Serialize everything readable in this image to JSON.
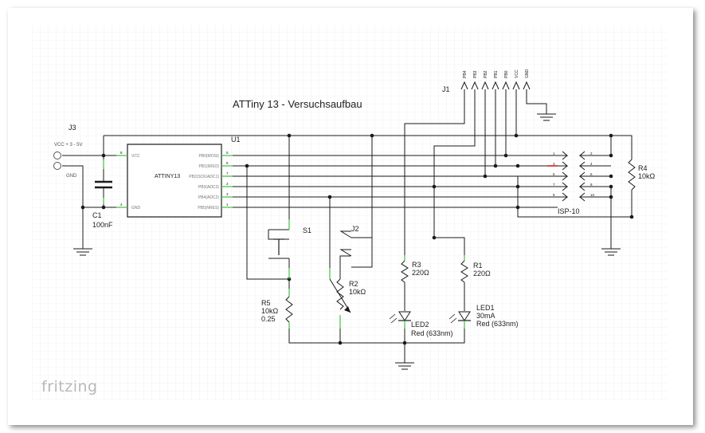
{
  "title": "ATTiny 13 - Versuchsaufbau",
  "logo": "fritzing",
  "colors": {
    "wire": "#1a1a1a",
    "pin": "#3cc03c",
    "grid": "#e6e6e6",
    "accent_pin": "#d02020"
  },
  "j3": {
    "ref": "J3",
    "vcc": "VCC + 3 - 5V",
    "gnd": "GND"
  },
  "c1": {
    "ref": "C1",
    "value": "100nF"
  },
  "u1": {
    "ref": "U1",
    "name": "ATTINY13",
    "left_pins": [
      "VCC",
      "GND"
    ],
    "right_pins": [
      "PB0(MOSI)",
      "PB1(MISO)",
      "PB2(SCK/ADC1)",
      "PB3(ADC3)",
      "PB4(ADC2)",
      "PB5(NRES)"
    ],
    "pin_numbers_left": [
      "8",
      "4"
    ],
    "pin_numbers_right": [
      "5",
      "6",
      "7",
      "2",
      "3",
      "1"
    ]
  },
  "j1": {
    "ref": "J1",
    "pins": [
      "PB4",
      "PB3",
      "PB2",
      "PB1",
      "PB0",
      "VCC",
      "GND"
    ]
  },
  "isp": {
    "ref": "ISP-10",
    "pins_left": [
      "1",
      "3",
      "5",
      "7",
      "9"
    ],
    "pins_right": [
      "2",
      "4",
      "6",
      "8",
      "10"
    ]
  },
  "r4": {
    "ref": "R4",
    "value": "10kΩ"
  },
  "s1": {
    "ref": "S1"
  },
  "j2": {
    "ref": "J2"
  },
  "r2": {
    "ref": "R2",
    "value": "10kΩ"
  },
  "r3": {
    "ref": "R3",
    "value": "220Ω"
  },
  "r1": {
    "ref": "R1",
    "value": "220Ω"
  },
  "r5": {
    "ref": "R5",
    "value": "10kΩ",
    "power": "0.25"
  },
  "led1": {
    "ref": "LED1",
    "current": "30mA",
    "color": "Red (633nm)"
  },
  "led2": {
    "ref": "LED2",
    "color": "Red (633nm)"
  }
}
